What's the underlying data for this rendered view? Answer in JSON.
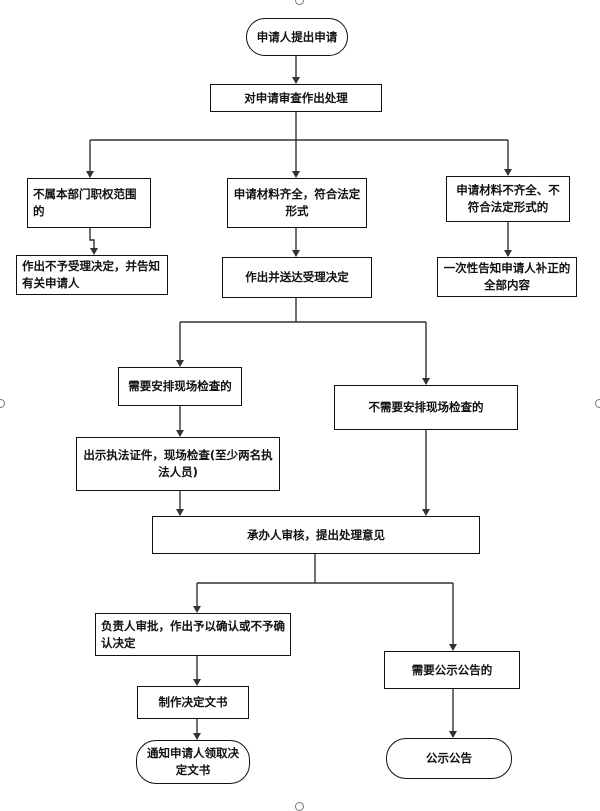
{
  "nodes": {
    "start": "申请人提出申请",
    "review": "对申请审查作出处理",
    "not_in_scope": "不属本部门职权范围的",
    "complete": "申请材料齐全，符合法定形式",
    "incomplete": "申请材料不齐全、不符合法定形式的",
    "reject_notify": "作出不予受理决定，并告知有关申请人",
    "accept": "作出并送达受理决定",
    "one_time_notice": "一次性告知申请人补正的全部内容",
    "need_inspection": "需要安排现场检查的",
    "no_inspection": "不需要安排现场检查的",
    "show_cert": "出示执法证件，现场检查(至少两名执法人员)",
    "handler_review": "承办人审核，提出处理意见",
    "leader_approve": "负责人审批，作出予以确认或不予确认决定",
    "need_publish": "需要公示公告的",
    "make_doc": "制作决定文书",
    "publish": "公示公告",
    "notify_collect": "通知申请人领取决定文书"
  }
}
